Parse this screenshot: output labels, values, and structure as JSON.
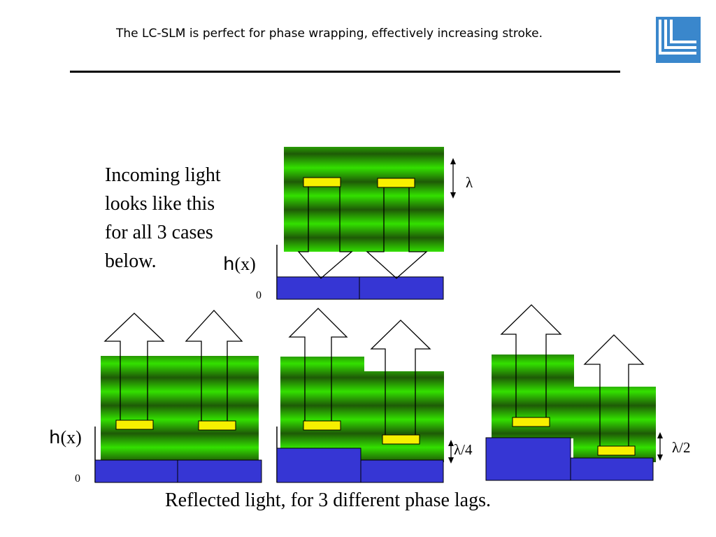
{
  "header": {
    "title": "The LC-SLM is perfect for phase wrapping, effectively increasing stroke."
  },
  "logo": {
    "icon": "lab-logo-icon",
    "color": "#3a87cc"
  },
  "note": {
    "lines": [
      "Incoming light",
      "looks like this",
      "for all 3 cases",
      "below."
    ]
  },
  "caption": "Reflected light, for 3 different phase lags.",
  "labels": {
    "h": "h",
    "x_paren": "(x)",
    "zero": "0",
    "lambda": "λ",
    "lambda_quarter": "λ/4",
    "lambda_half": "λ/2"
  },
  "colors": {
    "wave_green": "#33e000",
    "wave_dark": "#1e5a06",
    "pixel_blue": "#3636d4",
    "marker_yellow": "#f7f000"
  }
}
